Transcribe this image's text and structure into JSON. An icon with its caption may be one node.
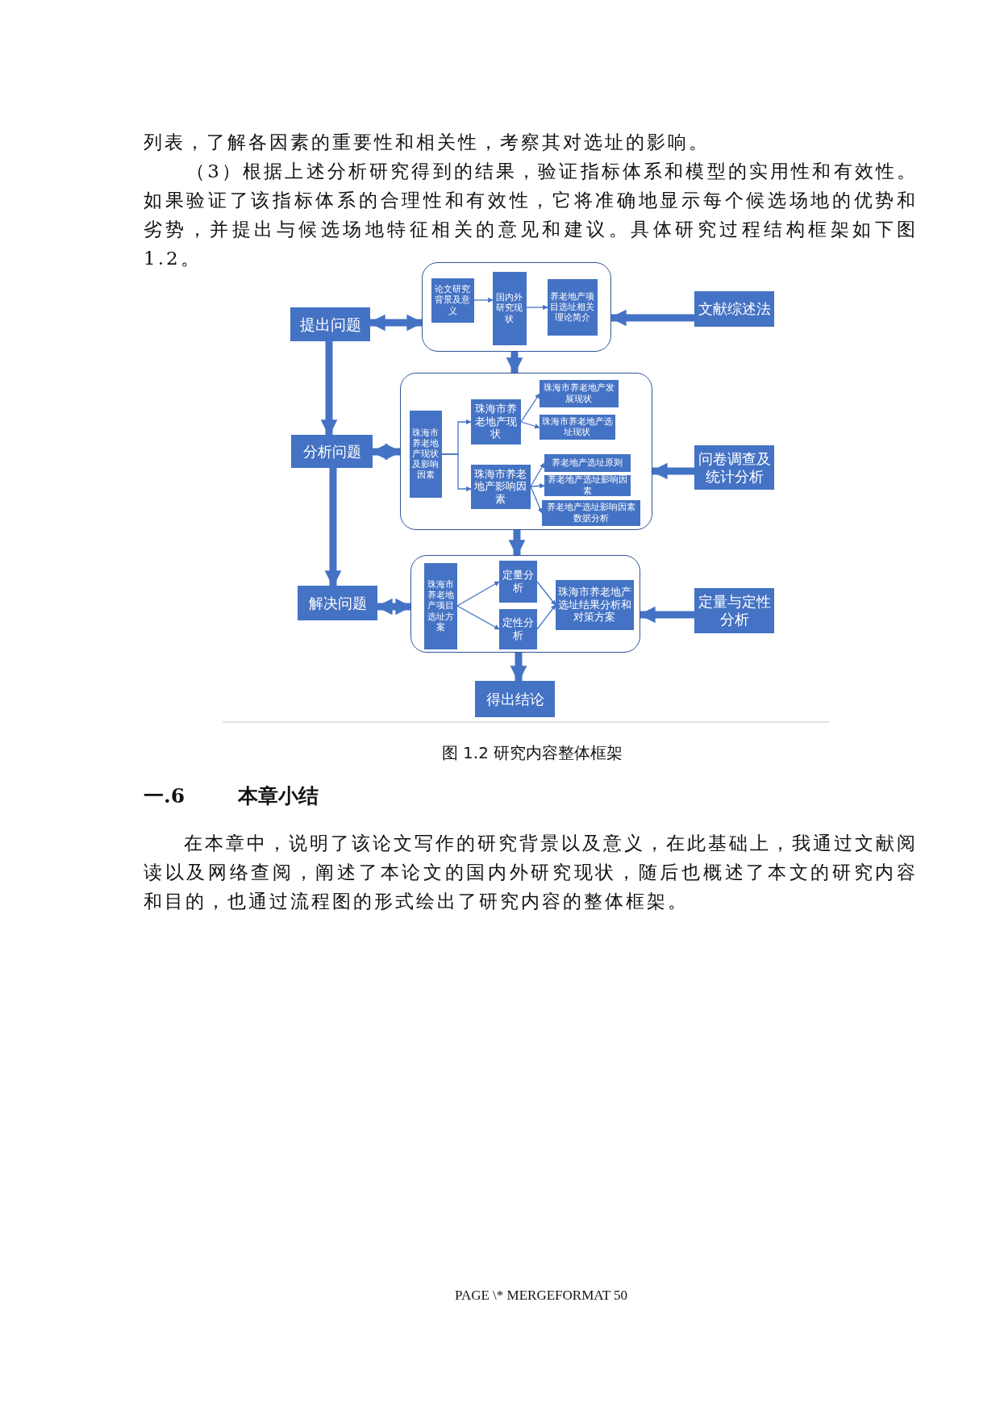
{
  "diagram": {
    "caption": "图 1.2 研究内容整体框架",
    "nodes": [
      {
        "text": [
          "提出问题"
        ]
      },
      {
        "text": [],
        "shape": "box"
      },
      {
        "text": [
          "论文研究背景及意义"
        ],
        "in": 1
      },
      {
        "text": [
          "国内外研究现状"
        ],
        "in": 1
      },
      {
        "text": [
          "养老地产项目选址相关理论简介"
        ],
        "in": 1
      },
      {
        "text": [
          "文献综述法"
        ]
      },
      {
        "text": [
          "分析问题"
        ]
      },
      {
        "text": [],
        "shape": "box"
      },
      {
        "text": [
          "珠海市养老地产现状及影响因素"
        ],
        "in": 7
      },
      {
        "text": [
          "珠海市养老地产现状"
        ],
        "in": 7
      },
      {
        "text": [
          "珠海市养老地产发展现状"
        ],
        "in": 7
      },
      {
        "text": [
          "珠海市养老地产选址现状"
        ],
        "in": 7
      },
      {
        "text": [
          "珠海市养老地产影响因素"
        ],
        "in": 7
      },
      {
        "text": [
          "养老地产选址原则"
        ],
        "in": 7
      },
      {
        "text": [
          "养老地产选址影响因素"
        ],
        "in": 7
      },
      {
        "text": [
          "养老地产选址影响因素数据分析"
        ],
        "in": 7
      },
      {
        "text": [
          "问卷调查及统计分析"
        ]
      },
      {
        "text": [
          "解决问题"
        ]
      },
      {
        "text": [],
        "shape": "box"
      },
      {
        "text": [
          "珠海市养老地产项目选址方案"
        ],
        "in": 18
      },
      {
        "text": [
          "定量分析"
        ],
        "in": 18
      },
      {
        "text": [
          "定性分析"
        ],
        "in": 18
      },
      {
        "text": [
          "珠海市养老地产选址结果分析和对策方案"
        ],
        "in": 18
      },
      {
        "text": [
          "定量与定性分析"
        ]
      },
      {
        "text": [
          "得出结论"
        ]
      }
    ],
    "edges": [
      {
        "from": 0,
        "to": 1,
        "arrow": "both",
        "style": "thick"
      },
      {
        "from": 2,
        "to": 3,
        "arrow": "to"
      },
      {
        "from": 3,
        "to": 4,
        "arrow": "to"
      },
      {
        "from": 5,
        "to": 1,
        "arrow": "to",
        "style": "thick"
      },
      {
        "from": 0,
        "to": 6,
        "arrow": "to",
        "style": "thick"
      },
      {
        "from": 1,
        "to": 7,
        "arrow": "to",
        "style": "thick"
      },
      {
        "from": 6,
        "to": 7,
        "arrow": "both",
        "style": "thick"
      },
      {
        "from": 8,
        "to": 9,
        "arrow": "to"
      },
      {
        "from": 8,
        "to": 12,
        "arrow": "to"
      },
      {
        "from": 9,
        "to": 10,
        "arrow": "to"
      },
      {
        "from": 9,
        "to": 11,
        "arrow": "to"
      },
      {
        "from": 12,
        "to": 13,
        "arrow": "to"
      },
      {
        "from": 12,
        "to": 14,
        "arrow": "to"
      },
      {
        "from": 12,
        "to": 15,
        "arrow": "to"
      },
      {
        "from": 16,
        "to": 7,
        "arrow": "to",
        "style": "thick"
      },
      {
        "from": 6,
        "to": 17,
        "arrow": "to",
        "style": "thick"
      },
      {
        "from": 7,
        "to": 18,
        "arrow": "to",
        "style": "thick"
      },
      {
        "from": 17,
        "to": 18,
        "arrow": "both",
        "style": "thick"
      },
      {
        "from": 19,
        "to": 20,
        "arrow": "to"
      },
      {
        "from": 19,
        "to": 21,
        "arrow": "to"
      },
      {
        "from": 20,
        "to": 22,
        "arrow": "to"
      },
      {
        "from": 21,
        "to": 22,
        "arrow": "to"
      },
      {
        "from": 23,
        "to": 18,
        "arrow": "to",
        "style": "thick"
      },
      {
        "from": 18,
        "to": 24,
        "arrow": "to",
        "style": "thick"
      }
    ],
    "labels": [
      "列表，了解各因素的重要性和相关性，考察其对选址的影响。",
      "（3）根据上述分析研究得到的结果，验证指标体系和模型的实用性和有效性。如果验证了该指标体系的合理性和有效性，它将准确地显示每个候选场地的优势和劣势，并提出与候选场地特征相关的意见和建议。具体研究过程结构框架如下图 1.2。",
      "一.6",
      "本章小结",
      "在本章中，说明了该论文写作的研究背景以及意义，在此基础上，我通过文献阅读以及网络查阅，阐述了本论文的国内外研究现状，随后也概述了本文的研究内容和目的，也通过流程图的形式绘出了研究内容的整体框架。",
      "PAGE \\* MERGEFORMAT 50"
    ]
  }
}
